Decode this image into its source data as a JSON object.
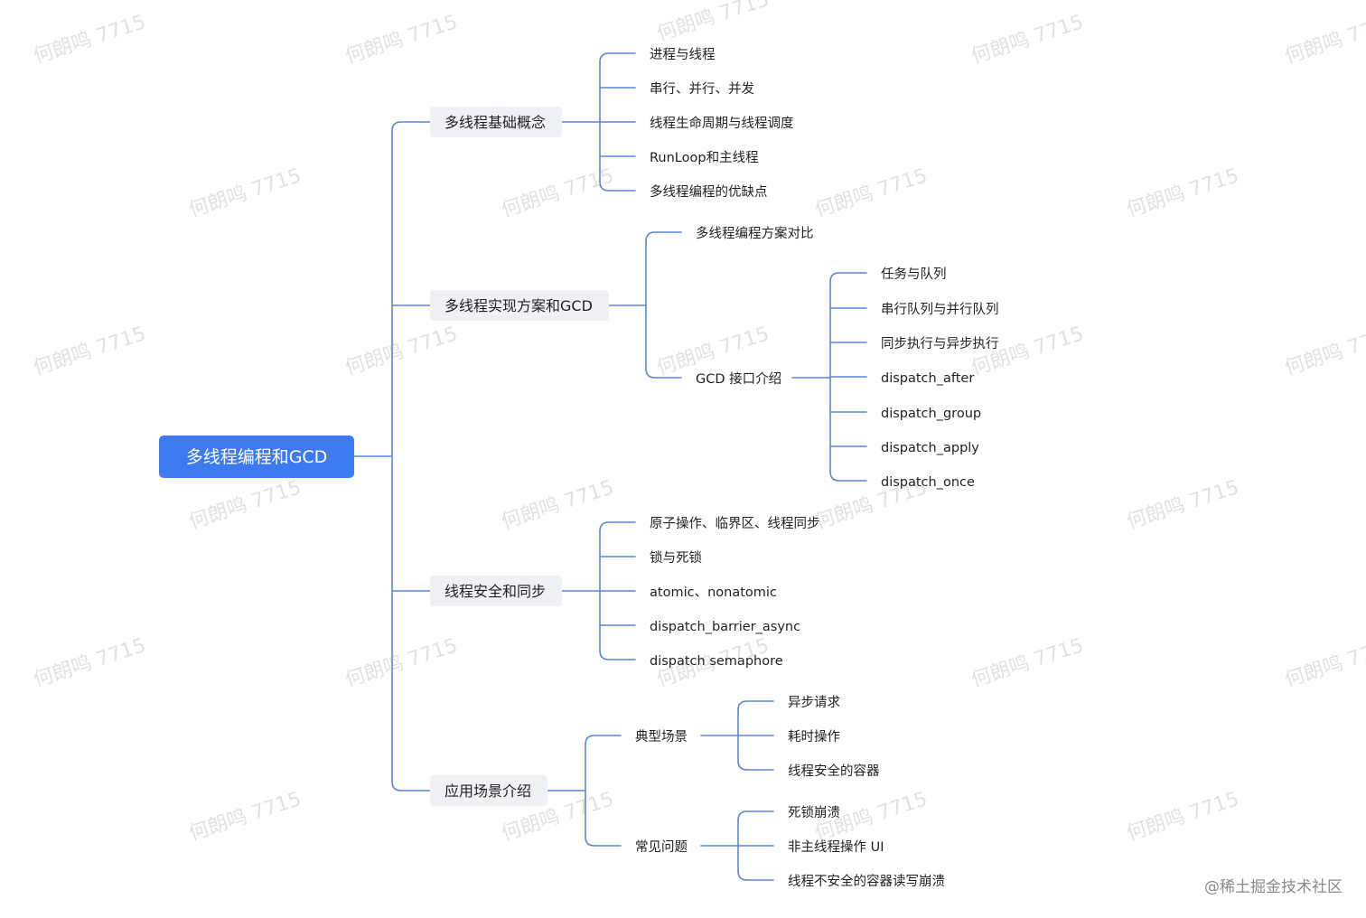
{
  "colors": {
    "line": "#5a86d6",
    "root_fill": "#3d7af0",
    "root_text": "#ffffff",
    "l1_fill": "#f0f1f4",
    "text": "#1f1f1f",
    "watermark": "#c9c9c9"
  },
  "mindmap": {
    "root": "多线程编程和GCD",
    "branches": [
      {
        "label": "多线程基础概念",
        "children": [
          {
            "label": "进程与线程"
          },
          {
            "label": "串行、并行、并发"
          },
          {
            "label": "线程生命周期与线程调度"
          },
          {
            "label": "RunLoop和主线程"
          },
          {
            "label": "多线程编程的优缺点"
          }
        ]
      },
      {
        "label": "多线程实现方案和GCD",
        "children": [
          {
            "label": "多线程编程方案对比"
          },
          {
            "label": "GCD 接口介绍",
            "children": [
              {
                "label": "任务与队列"
              },
              {
                "label": "串行队列与并行队列"
              },
              {
                "label": "同步执行与异步执行"
              },
              {
                "label": "dispatch_after"
              },
              {
                "label": "dispatch_group"
              },
              {
                "label": "dispatch_apply"
              },
              {
                "label": "dispatch_once"
              }
            ]
          }
        ]
      },
      {
        "label": "线程安全和同步",
        "children": [
          {
            "label": "原子操作、临界区、线程同步"
          },
          {
            "label": "锁与死锁"
          },
          {
            "label": "atomic、nonatomic"
          },
          {
            "label": "dispatch_barrier_async"
          },
          {
            "label": "dispatch semaphore"
          }
        ]
      },
      {
        "label": "应用场景介绍",
        "children": [
          {
            "label": "典型场景",
            "children": [
              {
                "label": "异步请求"
              },
              {
                "label": "耗时操作"
              },
              {
                "label": "线程安全的容器"
              }
            ]
          },
          {
            "label": "常见问题",
            "children": [
              {
                "label": "死锁崩溃"
              },
              {
                "label": "非主线程操作 UI"
              },
              {
                "label": "线程不安全的容器读写崩溃"
              }
            ]
          }
        ]
      }
    ]
  },
  "watermark_text": "何朗鸣 7715",
  "footer_credit": "@稀土掘金技术社区"
}
